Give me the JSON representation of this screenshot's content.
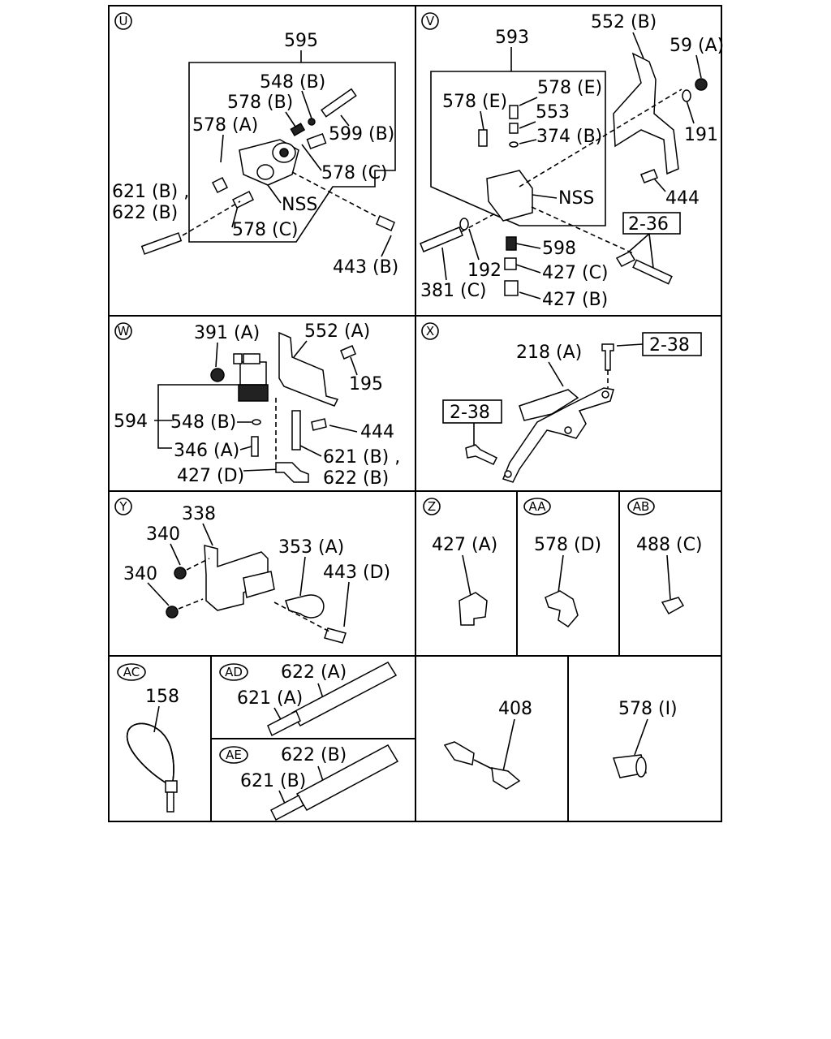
{
  "sections": {
    "U": {
      "tag": "U",
      "labels": {
        "l595": "595",
        "l548b": "548 (B)",
        "l578b": "578 (B)",
        "l578a": "578 (A)",
        "l599b": "599 (B)",
        "l578c1": "578 (C)",
        "l621b": "621 (B) ,",
        "l622b": "622 (B)",
        "lnss": "NSS",
        "l578c2": "578 (C)",
        "l443b": "443 (B)"
      }
    },
    "V": {
      "tag": "V",
      "labels": {
        "l593": "593",
        "l552b": "552 (B)",
        "l59a": "59 (A)",
        "l578e1": "578 (E)",
        "l578e2": "578 (E)",
        "l553": "553",
        "l374b": "374 (B)",
        "l191": "191",
        "lnss": "NSS",
        "l444": "444",
        "l236": "2-36",
        "l598": "598",
        "l192": "192",
        "l427c": "427 (C)",
        "l381c": "381 (C)",
        "l427b": "427 (B)"
      }
    },
    "W": {
      "tag": "W",
      "labels": {
        "l391a": "391 (A)",
        "l552a": "552 (A)",
        "l195": "195",
        "l594": "594",
        "l548b": "548 (B)",
        "l444": "444",
        "l346a": "346 (A)",
        "l621b": "621 (B) ,",
        "l427d": "427 (D)",
        "l622b": "622 (B)"
      }
    },
    "X": {
      "tag": "X",
      "labels": {
        "l218a": "218 (A)",
        "l238a": "2-38",
        "l238b": "2-38"
      }
    },
    "Y": {
      "tag": "Y",
      "labels": {
        "l338": "338",
        "l340a": "340",
        "l353a": "353 (A)",
        "l340b": "340",
        "l443d": "443 (D)"
      }
    },
    "Z": {
      "tag": "Z",
      "labels": {
        "l427a": "427 (A)"
      }
    },
    "AA": {
      "tag": "AA",
      "labels": {
        "l578d": "578 (D)"
      }
    },
    "AB": {
      "tag": "AB",
      "labels": {
        "l488c": "488 (C)"
      }
    },
    "AC": {
      "tag": "AC",
      "labels": {
        "l158": "158"
      }
    },
    "AD": {
      "tag": "AD",
      "labels": {
        "l622a": "622 (A)",
        "l621a": "621 (A)"
      }
    },
    "AE": {
      "tag": "AE",
      "labels": {
        "l622b": "622 (B)",
        "l621b": "621 (B)"
      }
    },
    "S408": {
      "labels": {
        "l408": "408"
      }
    },
    "S578i": {
      "labels": {
        "l578i": "578 (I)"
      }
    }
  }
}
